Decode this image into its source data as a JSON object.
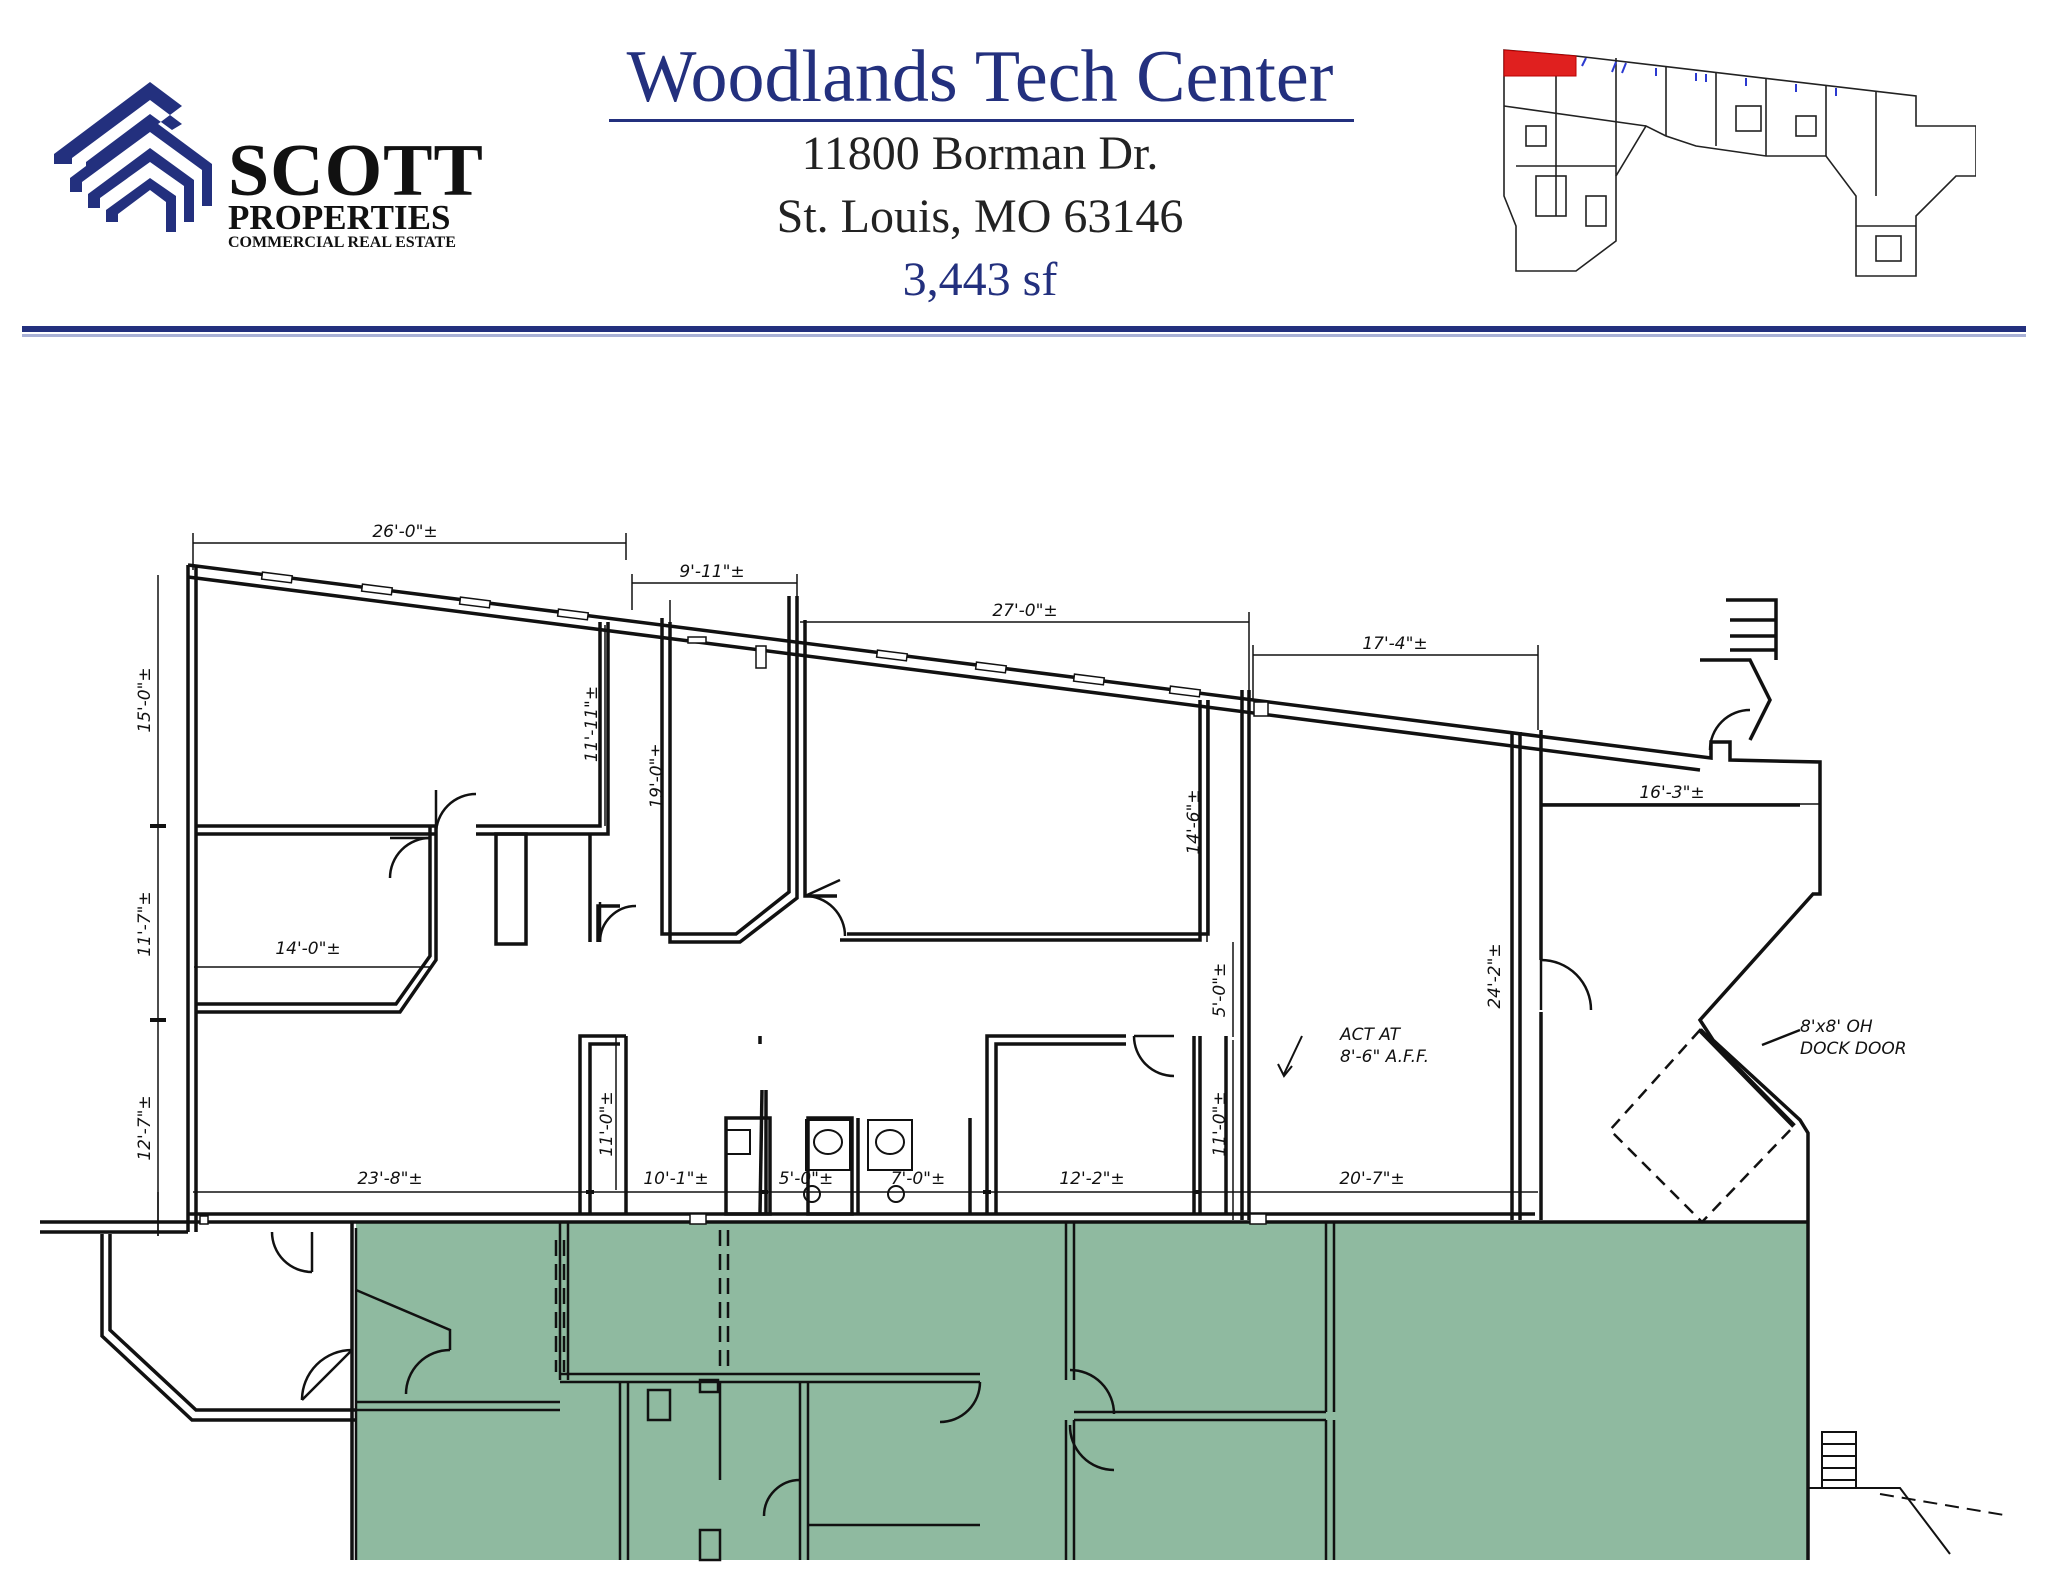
{
  "header": {
    "title": "Woodlands Tech Center",
    "address_line1": "11800  Borman Dr.",
    "address_line2": "St. Louis, MO 63146",
    "square_feet": "3,443 sf"
  },
  "logo": {
    "name": "SCOTT",
    "sub": "PROPERTIES",
    "tagline": "COMMERCIAL REAL ESTATE",
    "color": "#23307e"
  },
  "colors": {
    "brand_blue": "#23307e",
    "leased_green": "#8fbaa0",
    "keymap_highlight": "#e0201f"
  },
  "plan": {
    "dimensions": {
      "d_26_0": "26'-0\"±",
      "d_9_11": "9'-11\"±",
      "d_27_0": "27'-0\"±",
      "d_17_4": "17'-4\"±",
      "d_16_3": "16'-3\"±",
      "d_15_0": "15'-0\"±",
      "d_11_11": "11'-11\"±",
      "d_19_0": "19'-0\"±",
      "d_14_6": "14'-6\"±",
      "d_11_7": "11'-7\"±",
      "d_14_0": "14'-0\"±",
      "d_5_0_v": "5'-0\"±",
      "d_24_2": "24'-2\"±",
      "d_12_7": "12'-7\"±",
      "d_11_0_a": "11'-0\"±",
      "d_11_0_b": "11'-0\"±",
      "d_23_8": "23'-8\"±",
      "d_10_1": "10'-1\"±",
      "d_5_0_h": "5'-0\"±",
      "d_7_0": "7'-0\"±",
      "d_12_2": "12'-2\"±",
      "d_20_7": "20'-7\"±"
    },
    "notes": {
      "act_line1": "ACT AT",
      "act_line2": "8'-6\" A.F.F.",
      "dock_line1": "8'x8' OH",
      "dock_line2": "DOCK DOOR"
    }
  }
}
